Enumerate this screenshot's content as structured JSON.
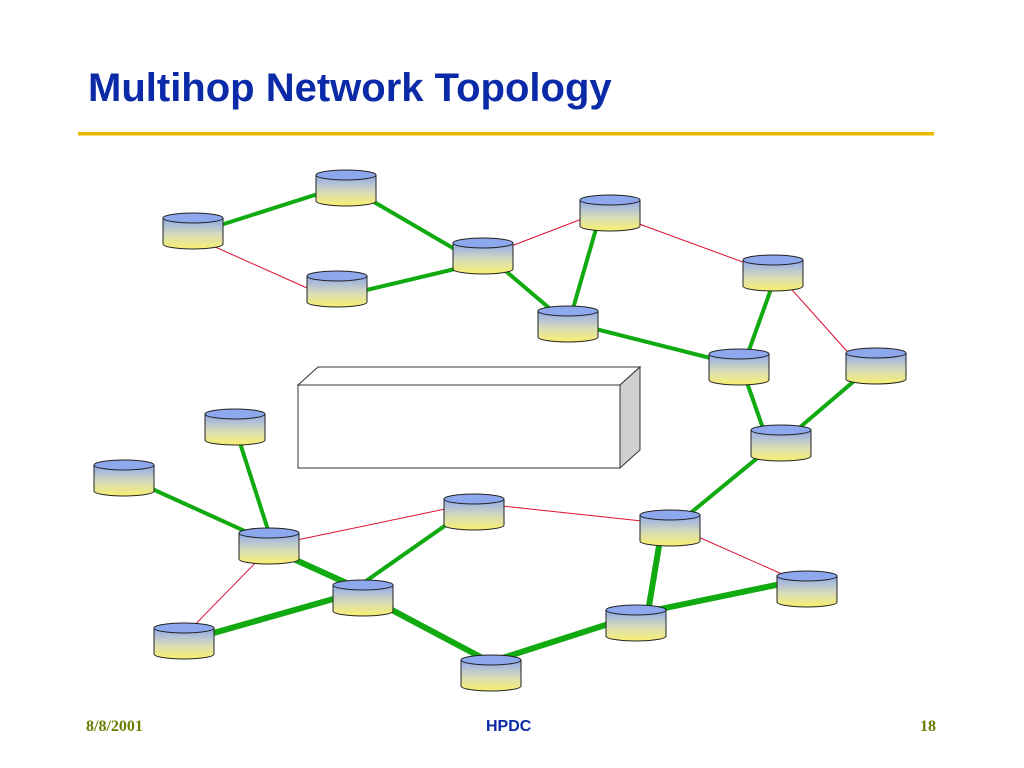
{
  "slide": {
    "title": "Multihop Network Topology",
    "footer_left": "8/8/2001",
    "footer_center": "HPDC",
    "footer_right": "18"
  },
  "colors": {
    "title": "#0a2aa8",
    "rule": "#e8b800",
    "route_link": "#11aa11",
    "other_link": "#dd1133",
    "node_top": "#8ea8ee",
    "node_body_bottom": "#f8f070",
    "footer_text": "#6b7d00"
  }
}
